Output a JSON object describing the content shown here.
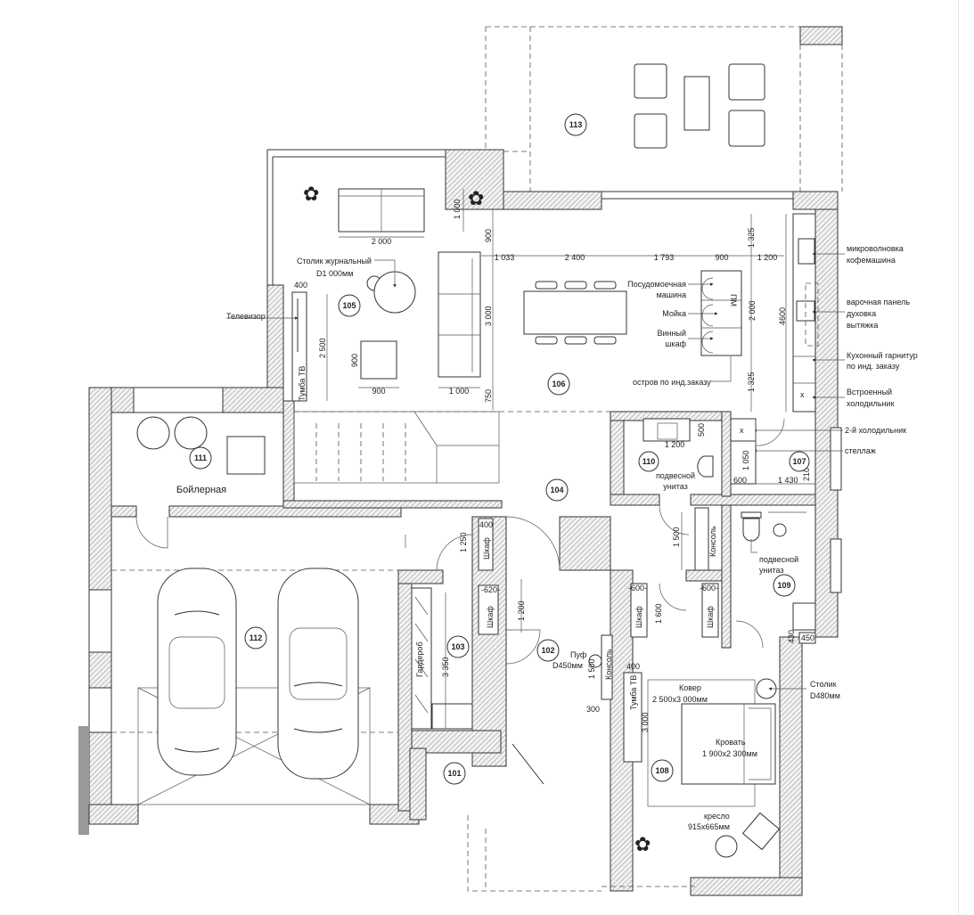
{
  "rooms": {
    "r101": "101",
    "r102": "102",
    "r103": "103",
    "r104": "104",
    "r105": "105",
    "r106": "106",
    "r107": "107",
    "r108": "108",
    "r109": "109",
    "r110": "110",
    "r111": "111",
    "r112": "112",
    "r113": "113"
  },
  "labels": {
    "coffee_table_1": "Столик журнальный",
    "coffee_table_2": "D1 000мм",
    "tv": "Телевизор",
    "tv_stand_living": "Тумба ТВ",
    "dishwasher_1": "Посудомоечная",
    "dishwasher_2": "машина",
    "dishwasher_mark": "ПМ",
    "sink": "Мойка",
    "wine_1": "Винный",
    "wine_2": "шкаф",
    "island": "остров по инд.заказу",
    "microwave_1": "микроволновка",
    "microwave_2": "кофемашина",
    "hob_1": "варочная панель",
    "hob_2": "духовка",
    "hob_3": "вытяжка",
    "kitchen_set_1": "Кухонный гарнитур",
    "kitchen_set_2": "по инд. заказу",
    "fridge_1": "Встроенный",
    "fridge_2": "холодильник",
    "fridge2": "2-й холодильник",
    "shelving": "стеллаж",
    "toilet110_1": "подвесной",
    "toilet110_2": "унитаз",
    "toilet109_1": "подвесной",
    "toilet109_2": "унитаз",
    "boiler_room": "Бойлерная",
    "wardrobe_400": "Шкаф",
    "wardrobe_620": "Шкаф",
    "dressing": "Гардероб",
    "pouf_1": "Пуф",
    "pouf_2": "D450мм",
    "console_102": "Консоль",
    "console_hall": "Консоль",
    "wardrobe_left": "Шкаф",
    "wardrobe_right": "Шкаф",
    "tv_stand_bed": "Тумба ТВ",
    "carpet_1": "Ковер",
    "carpet_2": "2 500х3 000мм",
    "side_table_1": "Столик",
    "side_table_2": "D480мм",
    "bed_1": "Кровать",
    "bed_2": "1 900х2 300мм",
    "armchair_1": "кресло",
    "armchair_2": "915х665мм"
  },
  "dims": {
    "sofa_w": "2 000",
    "sofa_d": "1 000",
    "living_900": "900",
    "tvst_400": "400",
    "living_2500": "2 500",
    "chair_h": "900",
    "chair_w": "900",
    "sofa2_w": "1 000",
    "sofa2_l": "3 000",
    "d750": "750",
    "k1033": "1 033",
    "k2400": "2 400",
    "k1793": "1 793",
    "k900": "900",
    "k1200": "1 200",
    "k1325a": "1 325",
    "k2000": "2 000",
    "k1325b": "1 325",
    "k4600": "4600",
    "b110_500": "500",
    "b110_1200": "1 200",
    "p107_1050": "1 050",
    "p107_600": "600",
    "p107_1430": "1 430",
    "p107_210": "210",
    "w400": "400",
    "w1250": "1 250",
    "w620": "-620-",
    "h1200": "1 200",
    "g3350": "3 350",
    "c1500": "1 500",
    "c300": "300",
    "hall1500": "1 500",
    "wl600": "-600-",
    "wr600": "-600-",
    "hall1600": "1 600",
    "b430": "430",
    "b450": "450",
    "tv400": "400",
    "bed3000": "3 000"
  }
}
